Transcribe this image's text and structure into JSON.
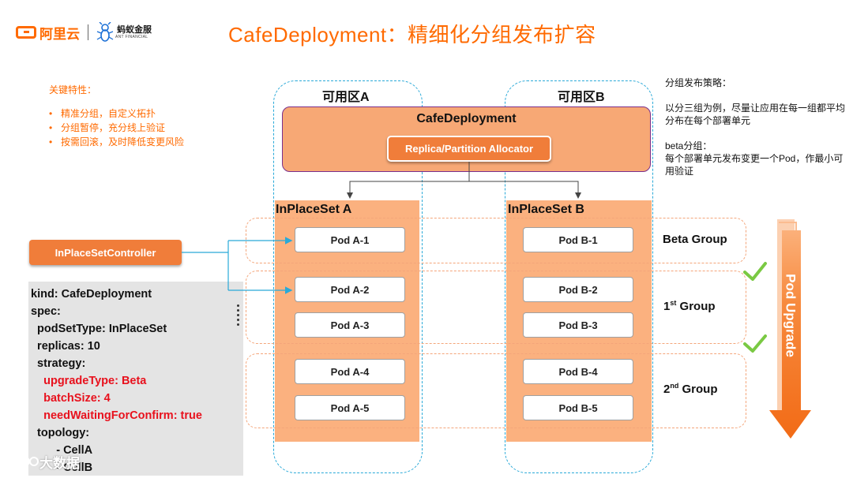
{
  "header": {
    "aliyun_text": "阿里云",
    "ant_cn": "蚂蚁金服",
    "ant_en": "ANT FINANCIAL",
    "title": "CafeDeployment：精细化分组发布扩容"
  },
  "features": {
    "heading": "关键特性：",
    "items": [
      "精准分组，自定义拓扑",
      "分组暂停，充分线上验证",
      "按需回滚，及时降低变更风险"
    ]
  },
  "strategy": {
    "heading": "分组发布策略：",
    "line1": "以分三组为例，尽量让应用在每一组都平均分布在每个部署单元",
    "beta_heading": "beta分组：",
    "line2": "每个部署单元发布变更一个Pod，作最小可用验证"
  },
  "zones": {
    "a": "可用区A",
    "b": "可用区B"
  },
  "cafe": {
    "title": "CafeDeployment",
    "allocator": "Replica/Partition Allocator"
  },
  "inplacesets": {
    "a": "InPlaceSet A",
    "b": "InPlaceSet B"
  },
  "pods_a": [
    "Pod A-1",
    "Pod A-2",
    "Pod A-3",
    "Pod A-4",
    "Pod A-5"
  ],
  "pods_b": [
    "Pod B-1",
    "Pod B-2",
    "Pod B-3",
    "Pod B-4",
    "Pod B-5"
  ],
  "groups": {
    "beta": "Beta Group",
    "first_num": "1",
    "first_sup": "st",
    "first_rest": " Group",
    "second_num": "2",
    "second_sup": "nd",
    "second_rest": " Group"
  },
  "controller": "InPlaceSetController",
  "upgrade_label": "Pod Upgrade",
  "yaml": [
    "kind: CafeDeployment",
    "spec:",
    "  podSetType: InPlaceSet",
    "  replicas: 10",
    "  strategy:",
    "    upgradeType: Beta",
    "    batchSize: 4",
    "    needWaitingForConfirm: true",
    "  topology:",
    "        - CellA",
    "        - CellB"
  ],
  "watermark": "大数据",
  "colors": {
    "accent": "#ff6a00",
    "zone_border": "#29a9d8",
    "check": "#7ac943",
    "yaml_highlight": "#e8111d"
  }
}
